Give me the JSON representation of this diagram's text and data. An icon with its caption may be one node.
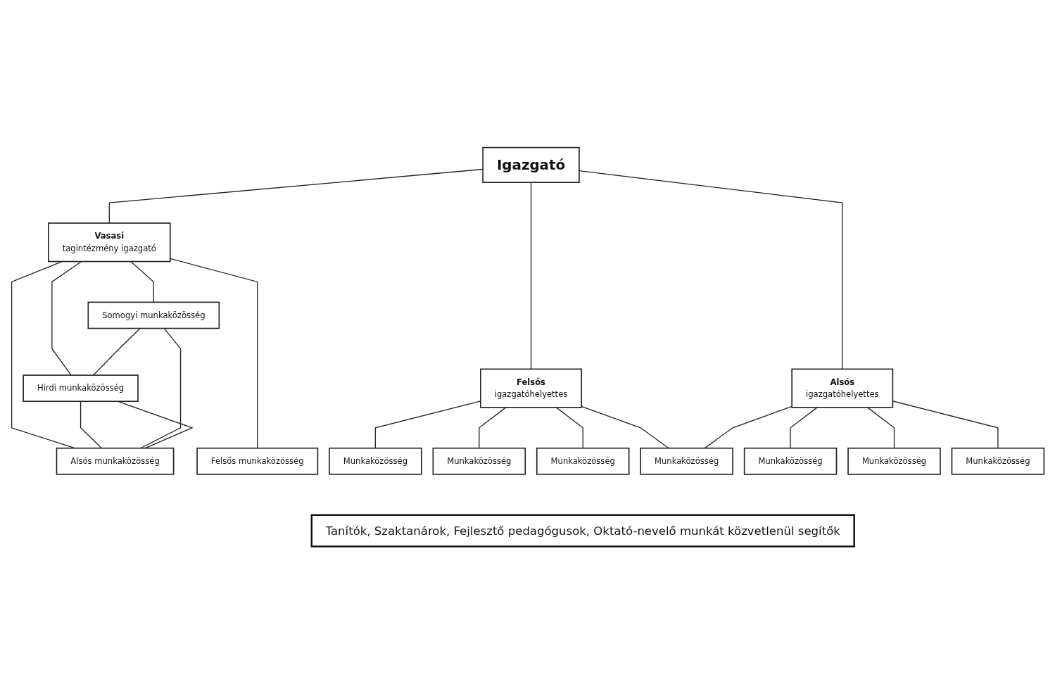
{
  "diagram": {
    "nodes": [
      {
        "text": [
          "Igazgató"
        ]
      },
      {
        "text": [
          "Vasasi",
          "tagintézmény igazgató"
        ]
      },
      {
        "text": [
          "Felsős",
          "igazgatóhelyettes"
        ]
      },
      {
        "text": [
          "Alsós",
          "igazgatóhelyettes"
        ]
      },
      {
        "text": [
          "Somogyi munkaközösség"
        ]
      },
      {
        "text": [
          "Hirdi munkaközösség"
        ]
      },
      {
        "text": [
          "Alsós munkaközösség"
        ]
      },
      {
        "text": [
          "Felsős munkaközösség"
        ]
      },
      {
        "text": [
          "Munkaközösség"
        ]
      },
      {
        "text": [
          "Munkaközösség"
        ]
      },
      {
        "text": [
          "Munkaközösség"
        ]
      },
      {
        "text": [
          "Munkaközösség"
        ]
      },
      {
        "text": [
          "Munkaközösség"
        ]
      },
      {
        "text": [
          "Munkaközösség"
        ]
      },
      {
        "text": [
          "Munkaközösség"
        ]
      },
      {
        "text": [
          "Tanítók, Szaktanárok, Fejlesztő pedagógusok, Oktató-nevelő munkát közvetlenül segítők"
        ]
      }
    ],
    "edges": [
      {
        "from": 0,
        "to": 1,
        "arrow": "none"
      },
      {
        "from": 0,
        "to": 2,
        "arrow": "none"
      },
      {
        "from": 0,
        "to": 3,
        "arrow": "none"
      },
      {
        "from": 1,
        "to": 4,
        "arrow": "none"
      },
      {
        "from": 1,
        "to": 5,
        "arrow": "none"
      },
      {
        "from": 1,
        "to": 6,
        "arrow": "none"
      },
      {
        "from": 1,
        "to": 7,
        "arrow": "none"
      },
      {
        "from": 2,
        "to": 8,
        "arrow": "none"
      },
      {
        "from": 2,
        "to": 9,
        "arrow": "none"
      },
      {
        "from": 2,
        "to": 10,
        "arrow": "none"
      },
      {
        "from": 2,
        "to": 11,
        "arrow": "none"
      },
      {
        "from": 3,
        "to": 11,
        "arrow": "none"
      },
      {
        "from": 3,
        "to": 12,
        "arrow": "none"
      },
      {
        "from": 3,
        "to": 13,
        "arrow": "none"
      },
      {
        "from": 3,
        "to": 14,
        "arrow": "none"
      },
      {
        "from": 4,
        "to": 5,
        "arrow": "none"
      },
      {
        "from": 5,
        "to": 6,
        "arrow": "none"
      },
      {
        "from": 4,
        "to": 6,
        "arrow": "none"
      },
      {
        "from": 5,
        "to": 6,
        "arrow": "none"
      }
    ]
  }
}
